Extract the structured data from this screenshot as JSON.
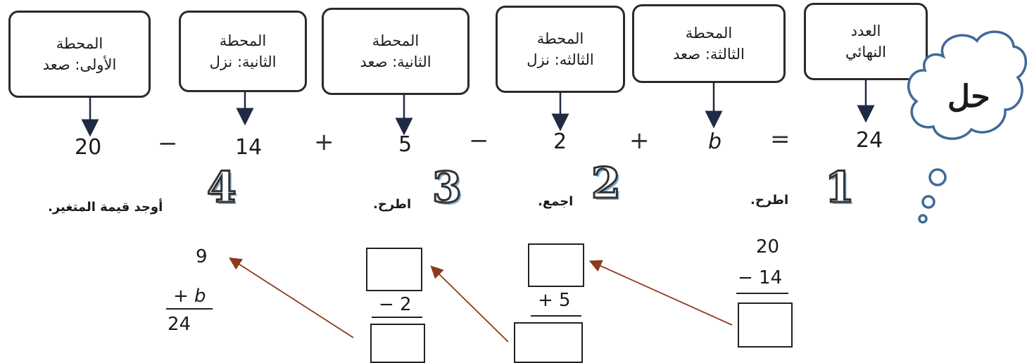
{
  "boxes": {
    "final": {
      "line1": "العدد",
      "line2": "النهائي"
    },
    "station3_up": {
      "line1": "المحطة",
      "line2": "الثالثة: صعد"
    },
    "station3_down": {
      "line1": "المحطة",
      "line2": "الثالثه: نزل"
    },
    "station2_up": {
      "line1": "المحطة",
      "line2": "الثانية: صعد"
    },
    "station2_down": {
      "line1": "المحطة",
      "line2": "الثانية: نزل"
    },
    "station1_up": {
      "line1": "المحطة",
      "line2": "الأولى: صعد"
    }
  },
  "equation": {
    "n1": "20",
    "op1": "−",
    "n2": "14",
    "op2": "+",
    "n3": "5",
    "op3": "−",
    "n4": "2",
    "op4": "+",
    "var": "b",
    "eq": "=",
    "result": "24"
  },
  "cloud": {
    "text": "حل"
  },
  "steps": [
    {
      "number": "1",
      "label": "اطرح."
    },
    {
      "number": "2",
      "label": "اجمع."
    },
    {
      "number": "3",
      "label": "اطرح."
    },
    {
      "number": "4",
      "label": "أوجد قيمة المتغير."
    }
  ],
  "work": {
    "step1": {
      "top": "20",
      "operand": "− 14"
    },
    "step2": {
      "operand": "+ 5"
    },
    "step3": {
      "operand": "− 2"
    },
    "step4": {
      "top": "9",
      "operand": "+ b",
      "result": "24"
    }
  },
  "colors": {
    "arrow": "#8b3a1a",
    "cloud": "#3f6a99",
    "step_shadow": "#7fb0d8"
  }
}
